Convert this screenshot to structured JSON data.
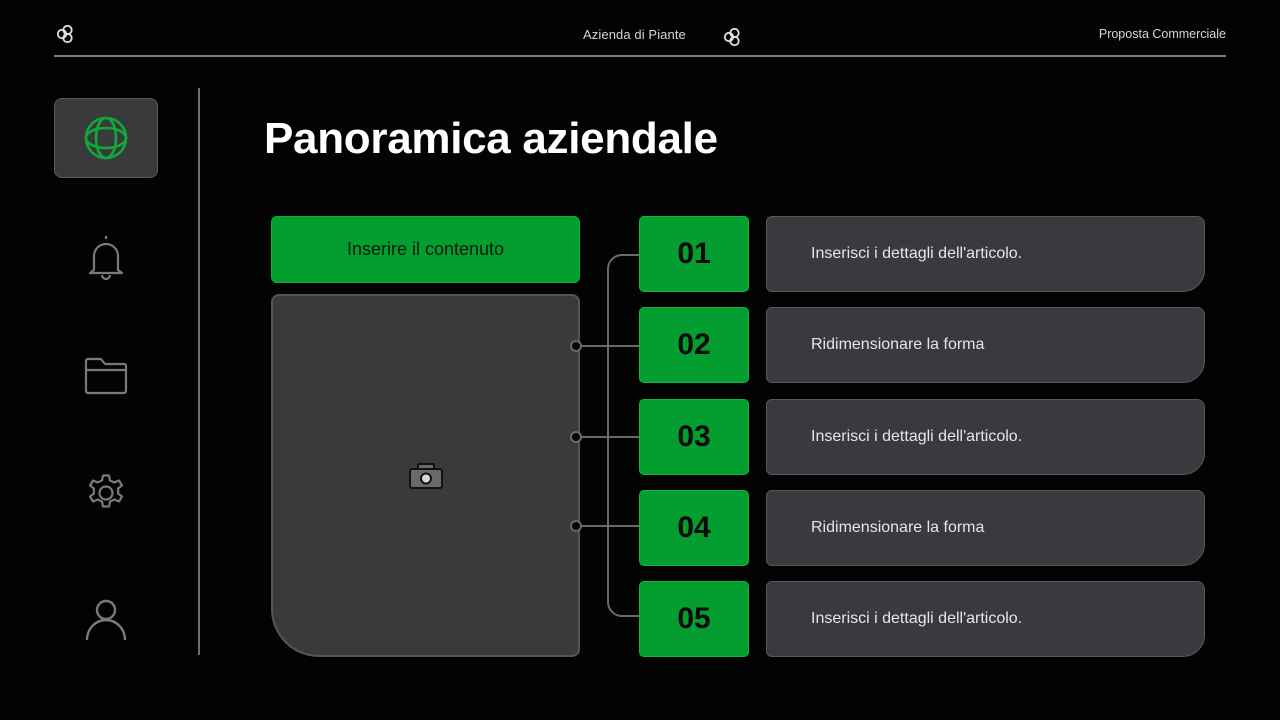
{
  "header": {
    "company": "Azienda di Piante",
    "document": "Proposta Commerciale",
    "logo_icon": "three-circles-logo-icon"
  },
  "sidebar": {
    "items": [
      {
        "name": "globe",
        "icon": "globe-icon",
        "active": true,
        "color": "#0eaa3a"
      },
      {
        "name": "notifications",
        "icon": "bell-icon",
        "active": false
      },
      {
        "name": "files",
        "icon": "folder-icon",
        "active": false
      },
      {
        "name": "settings",
        "icon": "gear-icon",
        "active": false
      },
      {
        "name": "profile",
        "icon": "user-icon",
        "active": false
      }
    ]
  },
  "main": {
    "title": "Panoramica aziendale",
    "content_button": "Inserire il contenuto",
    "image_placeholder_icon": "camera-icon",
    "steps": [
      {
        "number": "01",
        "text": "Inserisci i dettagli dell'articolo."
      },
      {
        "number": "02",
        "text": "Ridimensionare la forma"
      },
      {
        "number": "03",
        "text": "Inserisci i dettagli dell'articolo."
      },
      {
        "number": "04",
        "text": "Ridimensionare la forma"
      },
      {
        "number": "05",
        "text": "Inserisci i dettagli dell'articolo."
      }
    ]
  },
  "colors": {
    "accent_green": "#049d2f",
    "background": "#030303",
    "card": "#3a393d",
    "line": "#6e6e6e"
  }
}
